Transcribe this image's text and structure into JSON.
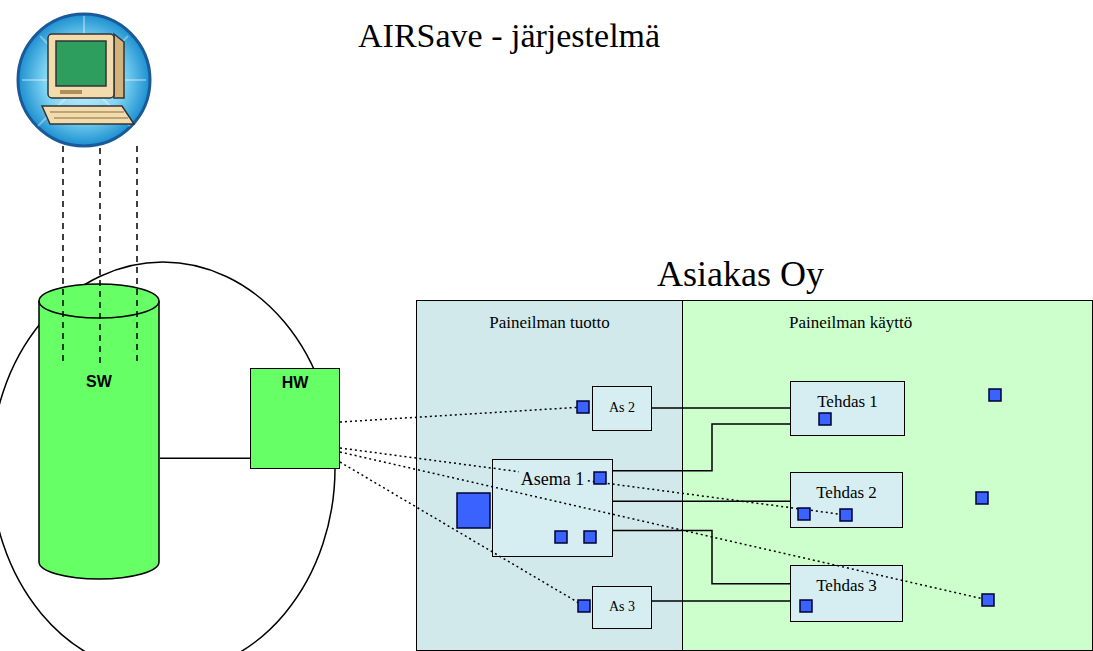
{
  "diagram": {
    "title": "AIRSave - järjestelmä",
    "nodes": [
      {
        "text": [
          "SW"
        ]
      },
      {
        "text": [
          "HW"
        ]
      },
      {
        "text": [
          "Asiakas Oy"
        ]
      },
      {
        "text": [
          "Paineilman tuotto"
        ],
        "in": 2
      },
      {
        "text": [
          "Paineilman käyttö"
        ],
        "in": 2
      },
      {
        "text": [
          "As 2"
        ],
        "in": 3
      },
      {
        "text": [
          "Asema 1"
        ],
        "in": 3
      },
      {
        "text": [
          "As 3"
        ],
        "in": 3
      },
      {
        "text": [
          "Tehdas 1"
        ],
        "in": 4
      },
      {
        "text": [
          "Tehdas 2"
        ],
        "in": 4
      },
      {
        "text": [
          "Tehdas 3"
        ],
        "in": 4
      }
    ],
    "edges": [
      {
        "from": 0,
        "to": 1,
        "arrow": "none"
      },
      {
        "from": 5,
        "to": 8,
        "arrow": "none"
      },
      {
        "from": 6,
        "to": 8,
        "arrow": "none"
      },
      {
        "from": 6,
        "to": 9,
        "arrow": "none"
      },
      {
        "from": 6,
        "to": 10,
        "arrow": "none"
      },
      {
        "from": 7,
        "to": 10,
        "arrow": "none"
      }
    ]
  }
}
